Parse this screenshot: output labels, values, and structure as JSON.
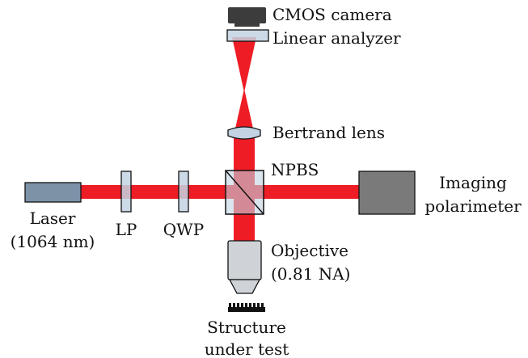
{
  "labels": {
    "cmos_camera": "CMOS camera",
    "linear_analyzer": "Linear analyzer",
    "bertrand_lens": "Bertrand lens",
    "npbs": "NPBS",
    "imaging_polarimeter_line1": "Imaging",
    "imaging_polarimeter_line2": "polarimeter",
    "laser_line1": "Laser",
    "laser_line2": "(1064 nm)",
    "lp": "LP",
    "qwp": "QWP",
    "objective_line1": "Objective",
    "objective_line2": "(0.81 NA)",
    "structure_line1": "Structure",
    "structure_line2": "under test"
  },
  "colors": {
    "beam": "#ee1c24",
    "laser_body": "#7d92a7",
    "polarimeter_body": "#7a7a7a",
    "optic_fill": "#c3d3e3",
    "objective_fill": "#cfd3d8",
    "camera_body": "#3c3c3c",
    "outline": "#111111"
  }
}
